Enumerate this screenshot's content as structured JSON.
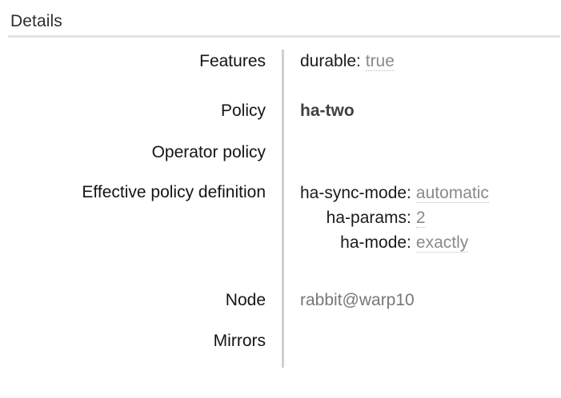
{
  "panel": {
    "title": "Details"
  },
  "rows": [
    {
      "key": "Features",
      "type": "kv",
      "pairs": [
        {
          "key": "durable:",
          "value": "true"
        }
      ]
    },
    {
      "key": "Policy",
      "type": "policy",
      "value": "ha-two"
    },
    {
      "key": "Operator policy",
      "type": "empty",
      "value": ""
    },
    {
      "key": "Effective policy definition",
      "type": "kv-aligned",
      "pairs": [
        {
          "key": "ha-sync-mode:",
          "value": "automatic"
        },
        {
          "key": "ha-params:",
          "value": "2"
        },
        {
          "key": "ha-mode:",
          "value": "exactly"
        }
      ]
    },
    {
      "key": "Node",
      "type": "node",
      "value": "rabbit@warp10"
    },
    {
      "key": "Mirrors",
      "type": "empty",
      "value": ""
    }
  ],
  "colors": {
    "value_grey": "#8a8a8a",
    "policy_bold": "#3f3f46",
    "divider": "#cfcfcf",
    "rule": "#e3e3e3",
    "background": "#ffffff"
  }
}
